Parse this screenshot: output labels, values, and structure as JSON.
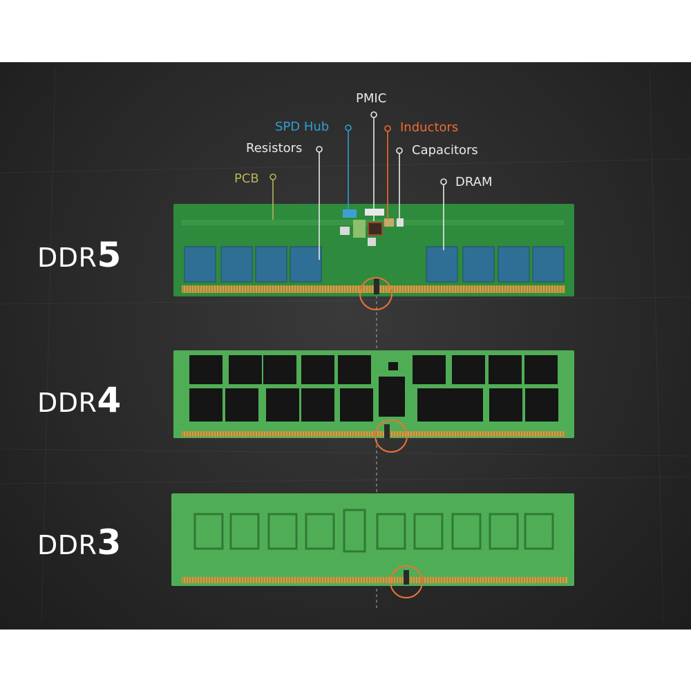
{
  "colors": {
    "background": "#2b2b2b",
    "pcb": "#2e8a3c",
    "pcb_light": "#4fae55",
    "gold": "#c9a24a",
    "dram_blue": "#2f6f95",
    "chip_black": "#151515",
    "spd_hub": "#2f9fd0",
    "inductors": "#ef6a32",
    "pcb_label": "#b7b35a",
    "white_label": "#e9e9e9",
    "notch_circle": "#e8733c"
  },
  "callouts": [
    {
      "id": "pmic",
      "label": "PMIC",
      "color": "#e9e9e9"
    },
    {
      "id": "spd-hub",
      "label": "SPD Hub",
      "color": "#2f9fd0"
    },
    {
      "id": "inductors",
      "label": "Inductors",
      "color": "#ef6a32"
    },
    {
      "id": "resistors",
      "label": "Resistors",
      "color": "#e9e9e9"
    },
    {
      "id": "capacitors",
      "label": "Capacitors",
      "color": "#e9e9e9"
    },
    {
      "id": "pcb",
      "label": "PCB",
      "color": "#b7b35a"
    },
    {
      "id": "dram",
      "label": "DRAM",
      "color": "#e9e9e9"
    }
  ],
  "modules": [
    {
      "id": "ddr5",
      "gen": "DDR",
      "num": "5"
    },
    {
      "id": "ddr4",
      "gen": "DDR",
      "num": "4"
    },
    {
      "id": "ddr3",
      "gen": "DDR",
      "num": "3"
    }
  ]
}
